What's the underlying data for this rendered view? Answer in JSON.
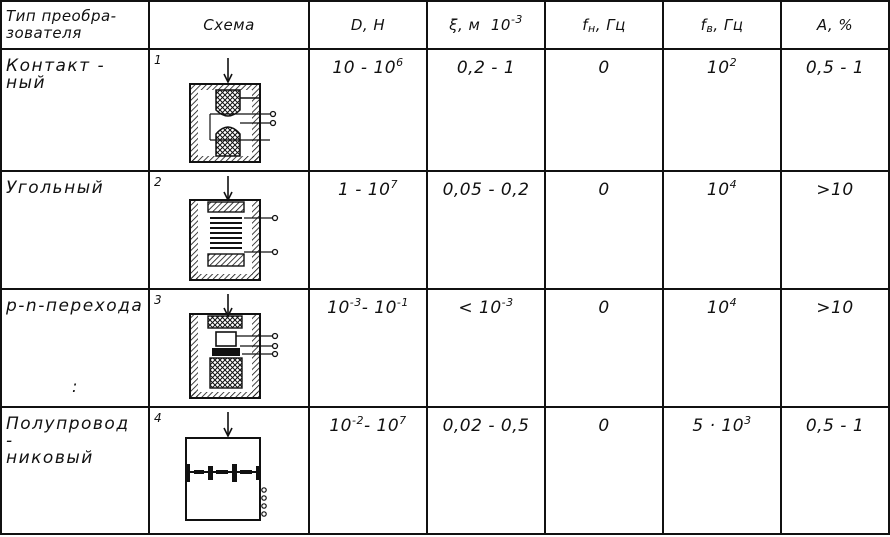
{
  "header": {
    "type_line1": "Тип преобра-",
    "type_line2": "зователя",
    "scheme": "Схема",
    "d_label": "D, Н",
    "xi_label": "ξ, м",
    "xi_unit_base": "10",
    "xi_unit_exp": "-3",
    "fn_label": "f",
    "fn_sub": "н",
    "fn_unit": ", Гц",
    "fv_label": "f",
    "fv_sub": "в",
    "fv_unit": ", Гц",
    "a_label": "A, %"
  },
  "rows": [
    {
      "name_line1": "Контакт -",
      "name_line2": "ный",
      "num": "1",
      "d_pre": "10 - 10",
      "d_exp": "6",
      "d_mid": "",
      "d_exp2": "",
      "xi_pre": "0,2 - 1",
      "xi_exp": "",
      "fn": "0",
      "fv_pre": "10",
      "fv_exp": "2",
      "a": "0,5 - 1"
    },
    {
      "name_line1": "Угольный",
      "name_line2": "",
      "num": "2",
      "d_pre": "1 - 10",
      "d_exp": "7",
      "d_mid": "",
      "d_exp2": "",
      "xi_pre": "0,05 - 0,2",
      "xi_exp": "",
      "fn": "0",
      "fv_pre": "10",
      "fv_exp": "4",
      "a": ">10"
    },
    {
      "name_line1": "p-n-перехода",
      "name_line2": "",
      "num": "3",
      "d_pre": "10",
      "d_exp": "-3",
      "d_mid": "- 10",
      "d_exp2": "-1",
      "xi_pre": "< 10",
      "xi_exp": "-3",
      "fn": "0",
      "fv_pre": "10",
      "fv_exp": "4",
      "a": ">10",
      "mark": ":"
    },
    {
      "name_line1": "Полупровод -",
      "name_line2": "никовый",
      "num": "4",
      "d_pre": "10",
      "d_exp": "-2",
      "d_mid": "- 10",
      "d_exp2": "7",
      "xi_pre": "0,02 - 0,5",
      "xi_exp": "",
      "fn": "0",
      "fv_pre": "5 · 10",
      "fv_exp": "3",
      "a": "0,5 - 1"
    }
  ]
}
